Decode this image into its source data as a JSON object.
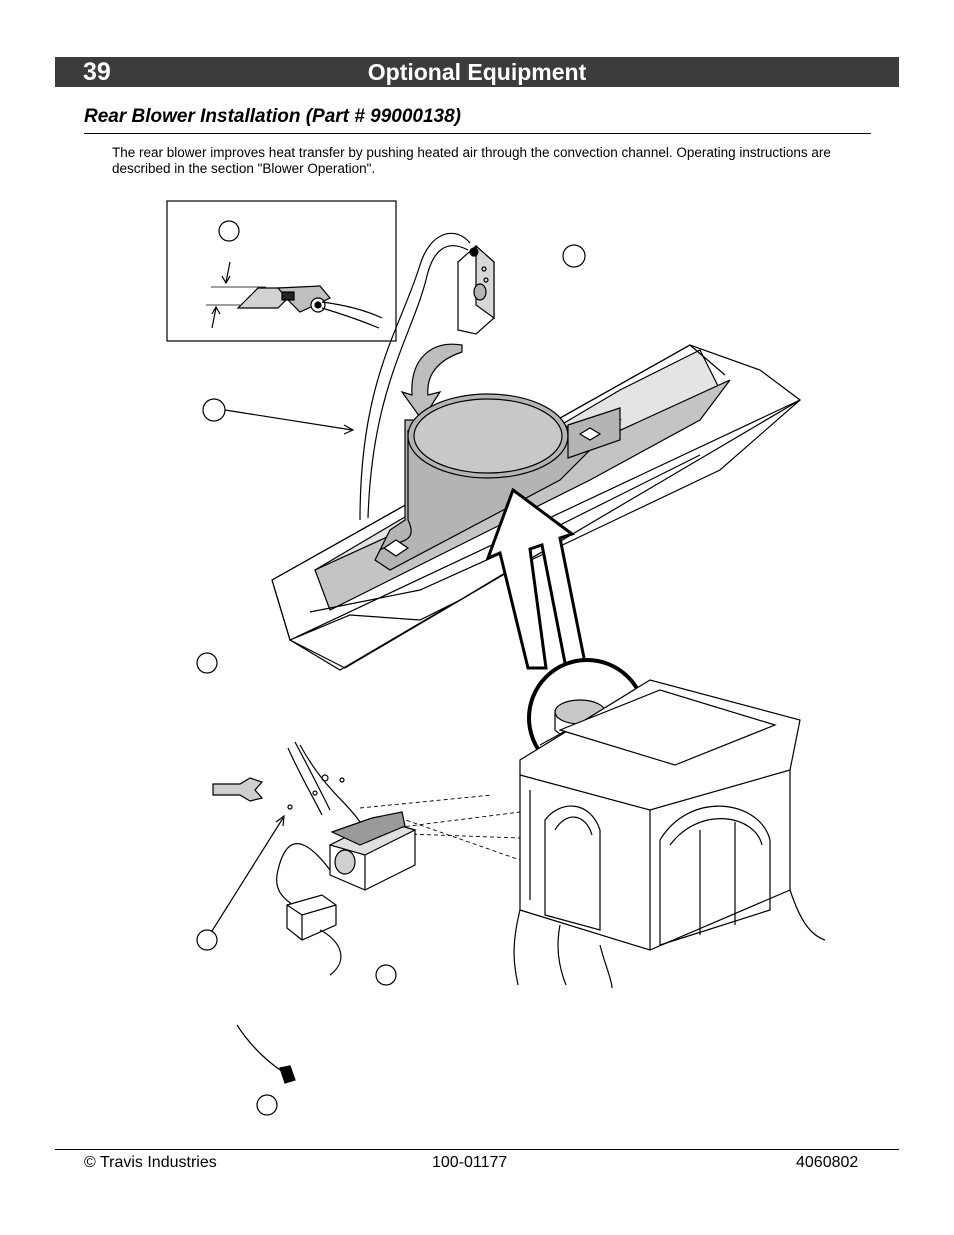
{
  "header": {
    "page_number": "39",
    "title": "Optional Equipment"
  },
  "section": {
    "heading": "Rear Blower Installation (Part # 99000138)",
    "intro": "The rear blower improves heat transfer by pushing heated air through the convection channel. Operating instructions are described in the section \"Blower Operation\"."
  },
  "footer": {
    "left": "© Travis Industries",
    "center": "100-01177",
    "right": "4060802"
  },
  "colors": {
    "header_bg": "#3c3c3c",
    "part_fill": "#b4b4b4",
    "line": "#000000"
  }
}
